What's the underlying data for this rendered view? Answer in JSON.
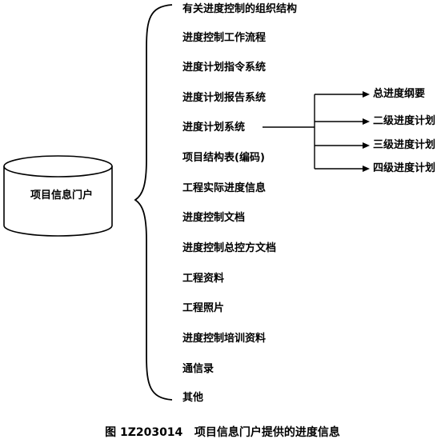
{
  "portal": {
    "label": "项目信息门户"
  },
  "items": [
    "有关进度控制的组织结构",
    "进度控制工作流程",
    "进度计划指令系统",
    "进度计划报告系统",
    "进度计划系统",
    "项目结构表(编码)",
    "工程实际进度信息",
    "进度控制文档",
    "进度控制总控方文档",
    "工程资料",
    "工程照片",
    "进度控制培训资料",
    "通信录",
    "其他"
  ],
  "schedule_subitems": [
    "总进度纲要",
    "二级进度计划",
    "三级进度计划",
    "四级进度计划"
  ],
  "caption": {
    "figure_no": "图 1Z203014",
    "title": "项目信息门户提供的进度信息"
  }
}
